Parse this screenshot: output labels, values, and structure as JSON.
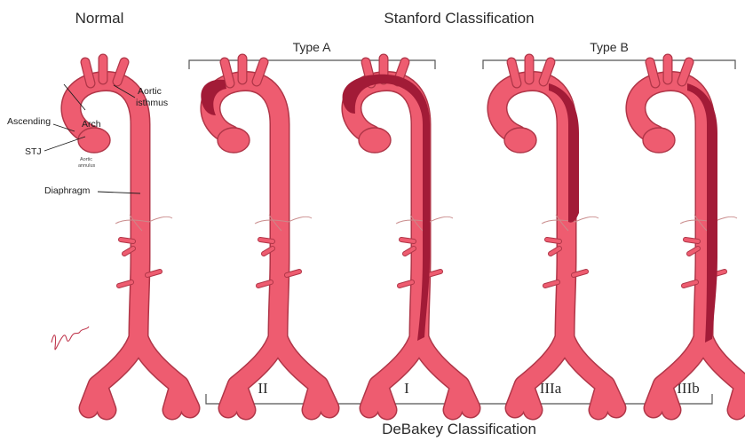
{
  "headings": {
    "normal": "Normal",
    "stanford": "Stanford Classification",
    "debakey": "DeBakey Classification"
  },
  "stanford_groups": {
    "type_a": "Type A",
    "type_b": "Type B"
  },
  "debakey_types": [
    "II",
    "I",
    "IIIa",
    "IIIb"
  ],
  "anatomy_labels": {
    "arch": "Arch",
    "aortic_isthmus_line1": "Aortic",
    "aortic_isthmus_line2": "isthmus",
    "ascending": "Ascending",
    "stj": "STJ",
    "aortic_annulus_line1": "Aortic",
    "aortic_annulus_line2": "annulus",
    "diaphragm": "Diaphragm"
  },
  "colors": {
    "aorta": "#ee5c70",
    "aorta_outline": "#b03648",
    "false_lumen": "#a21b37",
    "bracket": "#555555",
    "text": "#2b2b2b"
  }
}
